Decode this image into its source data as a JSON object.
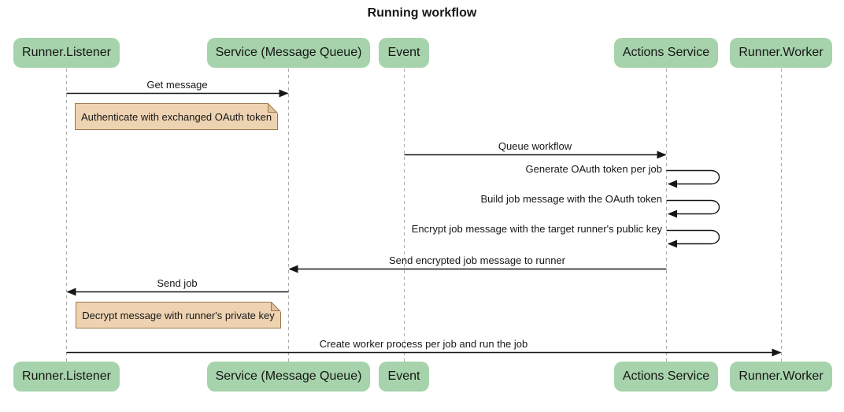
{
  "title": "Running workflow",
  "colors": {
    "actor_fill": "#a6d3ab",
    "actor_text": "#161616",
    "note_fill": "#eed3b2",
    "note_fold": "#e0c29b",
    "note_border": "#9c7a4d",
    "lifeline": "#aaaaaa",
    "arrow": "#161616",
    "text": "#161616"
  },
  "participants": [
    {
      "id": "runner-listener",
      "label": "Runner.Listener"
    },
    {
      "id": "service-message-queue",
      "label": "Service (Message Queue)"
    },
    {
      "id": "event",
      "label": "Event"
    },
    {
      "id": "actions-service",
      "label": "Actions Service"
    },
    {
      "id": "runner-worker",
      "label": "Runner.Worker"
    }
  ],
  "messages": [
    {
      "label": "Get message",
      "from": "Runner.Listener",
      "to": "Service (Message Queue)",
      "kind": "solid-arrow"
    },
    {
      "label": "Queue workflow",
      "from": "Event",
      "to": "Actions Service",
      "kind": "solid-arrow"
    },
    {
      "label": "Generate OAuth token per job",
      "from": "Actions Service",
      "to": "Actions Service",
      "kind": "self-loop"
    },
    {
      "label": "Build job message with the OAuth token",
      "from": "Actions Service",
      "to": "Actions Service",
      "kind": "self-loop"
    },
    {
      "label": "Encrypt job message with the target runner's public key",
      "from": "Actions Service",
      "to": "Actions Service",
      "kind": "self-loop"
    },
    {
      "label": "Send encrypted job message to runner",
      "from": "Actions Service",
      "to": "Service (Message Queue)",
      "kind": "solid-arrow"
    },
    {
      "label": "Send job",
      "from": "Service (Message Queue)",
      "to": "Runner.Listener",
      "kind": "solid-arrow"
    },
    {
      "label": "Create worker process per job and run the job",
      "from": "Runner.Listener",
      "to": "Runner.Worker",
      "kind": "solid-arrow"
    }
  ],
  "notes": [
    {
      "label": "Authenticate with exchanged OAuth token",
      "anchor": "Runner.Listener"
    },
    {
      "label": "Decrypt message with runner's private key",
      "anchor": "Runner.Listener"
    }
  ]
}
